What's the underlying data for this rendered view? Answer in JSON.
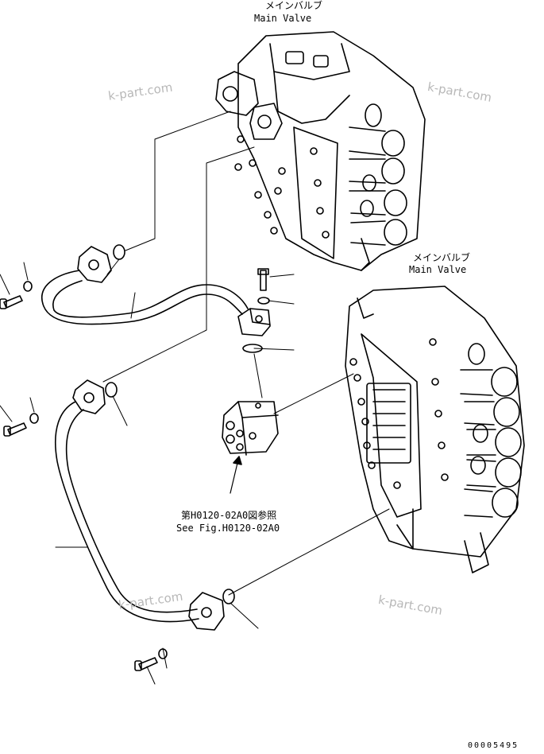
{
  "labels": {
    "main_valve_top_ja": "メインバルブ",
    "main_valve_top_en": "Main Valve",
    "main_valve_mid_ja": "メインバルブ",
    "main_valve_mid_en": "Main Valve",
    "see_fig_ja": "第H0120-02A0図参照",
    "see_fig_en": "See Fig.H0120-02A0"
  },
  "watermarks": [
    "k-part.com",
    "k-part.com",
    "k-part.com",
    "k-part.com"
  ],
  "document_id": "00005495"
}
